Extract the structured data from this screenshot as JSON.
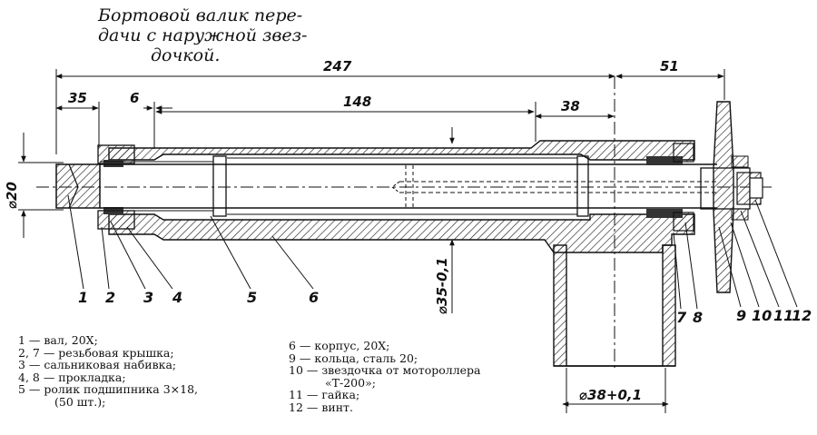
{
  "title": {
    "line1": "Бортовой валик пере-",
    "line2": "дачи с наружной звез-",
    "line3": "дочкой."
  },
  "dimensions": {
    "overall": "247",
    "d35": "35",
    "d6": "6",
    "d148": "148",
    "d38": "38",
    "d51": "51",
    "dia20": "⌀20",
    "dia35": "⌀35-0,1",
    "dia38": "⌀38+0,1"
  },
  "callouts": [
    "1",
    "2",
    "3",
    "4",
    "5",
    "6",
    "7",
    "8",
    "9",
    "10",
    "11",
    "12"
  ],
  "legend_left": [
    "1 — вал, 20Х;",
    "2, 7 — резьбовая крышка;",
    "3 — сальниковая набивка;",
    "4, 8 — прокладка;",
    "5 — ролик подшипника 3×18,",
    "(50 шт.);"
  ],
  "legend_right": [
    "6 — корпус, 20Х;",
    "9 — кольца, сталь 20;",
    "10 — звездочка от мотороллера",
    "«Т-200»;",
    "11 — гайка;",
    "12 — винт."
  ]
}
